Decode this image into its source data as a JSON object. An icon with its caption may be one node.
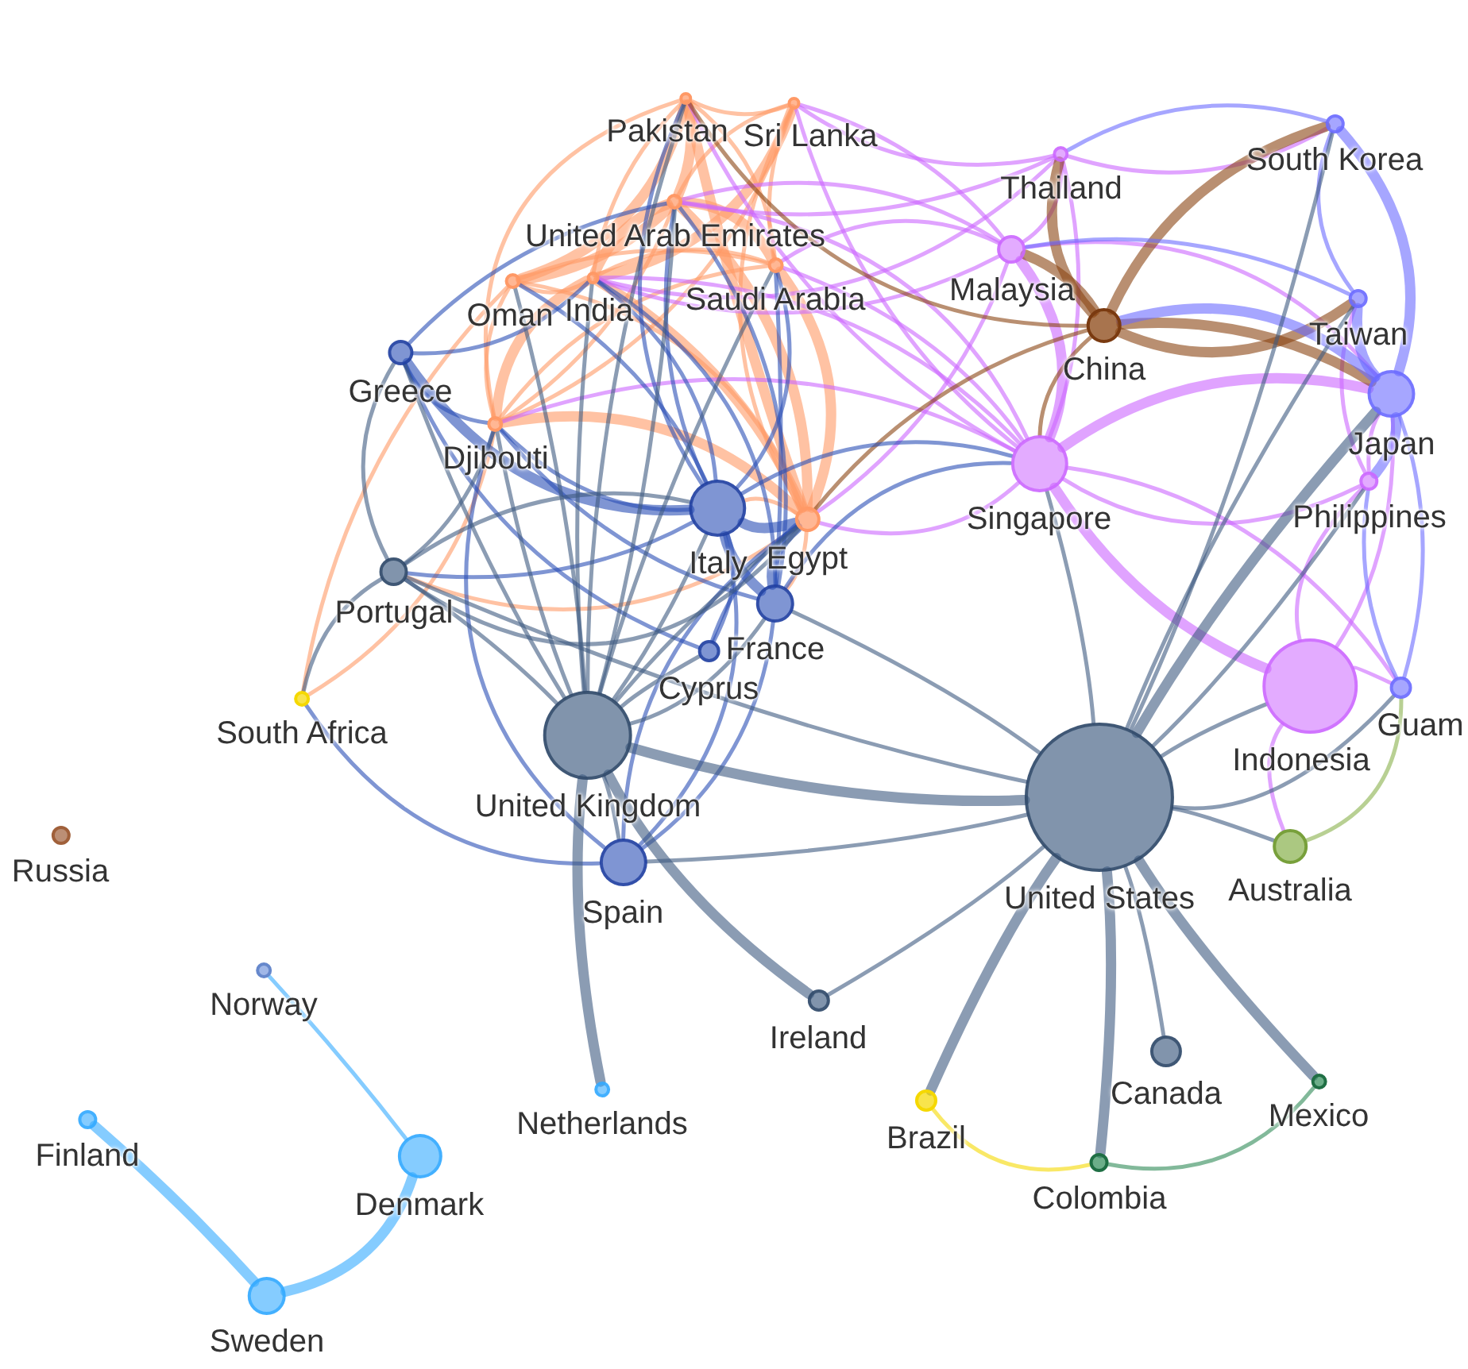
{
  "diagram": {
    "nodes": [
      {
        "text": [
          "Pakistan"
        ]
      },
      {
        "text": [
          "Sri Lanka"
        ]
      },
      {
        "text": [
          "Thailand"
        ]
      },
      {
        "text": [
          "South Korea"
        ]
      },
      {
        "text": [
          "United Arab Emirates"
        ]
      },
      {
        "text": [
          "Malaysia"
        ]
      },
      {
        "text": [
          "Oman"
        ]
      },
      {
        "text": [
          "India"
        ]
      },
      {
        "text": [
          "Saudi Arabia"
        ]
      },
      {
        "text": [
          "China"
        ]
      },
      {
        "text": [
          "Taiwan"
        ]
      },
      {
        "text": [
          "Greece"
        ]
      },
      {
        "text": [
          "Japan"
        ]
      },
      {
        "text": [
          "Djibouti"
        ]
      },
      {
        "text": [
          "Singapore"
        ]
      },
      {
        "text": [
          "Philippines"
        ]
      },
      {
        "text": [
          "Italy"
        ]
      },
      {
        "text": [
          "Egypt"
        ]
      },
      {
        "text": [
          "Portugal"
        ]
      },
      {
        "text": [
          "France"
        ]
      },
      {
        "text": [
          "Cyprus"
        ]
      },
      {
        "text": [
          "Indonesia"
        ]
      },
      {
        "text": [
          "Guam"
        ]
      },
      {
        "text": [
          "South Africa"
        ]
      },
      {
        "text": [
          "United Kingdom"
        ]
      },
      {
        "text": [
          "United States"
        ]
      },
      {
        "text": [
          "Australia"
        ]
      },
      {
        "text": [
          "Russia"
        ]
      },
      {
        "text": [
          "Spain"
        ]
      },
      {
        "text": [
          "Norway"
        ]
      },
      {
        "text": [
          "Ireland"
        ]
      },
      {
        "text": [
          "Canada"
        ]
      },
      {
        "text": [
          "Netherlands"
        ]
      },
      {
        "text": [
          "Brazil"
        ]
      },
      {
        "text": [
          "Mexico"
        ]
      },
      {
        "text": [
          "Finland"
        ]
      },
      {
        "text": [
          "Denmark"
        ]
      },
      {
        "text": [
          "Colombia"
        ]
      },
      {
        "text": [
          "Sweden"
        ]
      }
    ],
    "edges": [
      {
        "from": 0,
        "to": 4,
        "arrow": "none",
        "style": "thick",
        "color": "#ff9966"
      },
      {
        "from": 0,
        "to": 1,
        "arrow": "none",
        "color": "#ff9966"
      },
      {
        "from": 0,
        "to": 6,
        "arrow": "none",
        "style": "thick",
        "color": "#ff9966"
      },
      {
        "from": 0,
        "to": 7,
        "arrow": "none",
        "color": "#ff9966"
      },
      {
        "from": 0,
        "to": 8,
        "arrow": "none",
        "color": "#ff9966"
      },
      {
        "from": 0,
        "to": 13,
        "arrow": "none",
        "color": "#ff9966"
      },
      {
        "from": 0,
        "to": 17,
        "arrow": "none",
        "style": "thick",
        "color": "#ff9966"
      },
      {
        "from": 1,
        "to": 4,
        "arrow": "none",
        "color": "#ff9966"
      },
      {
        "from": 1,
        "to": 7,
        "arrow": "none",
        "style": "thick",
        "color": "#ff9966"
      },
      {
        "from": 1,
        "to": 8,
        "arrow": "none",
        "color": "#ff9966"
      },
      {
        "from": 1,
        "to": 13,
        "arrow": "none",
        "color": "#ff9966"
      },
      {
        "from": 1,
        "to": 17,
        "arrow": "none",
        "color": "#ff9966"
      },
      {
        "from": 4,
        "to": 6,
        "arrow": "none",
        "style": "thick",
        "color": "#ff9966"
      },
      {
        "from": 4,
        "to": 7,
        "arrow": "none",
        "style": "thick",
        "color": "#ff9966"
      },
      {
        "from": 4,
        "to": 8,
        "arrow": "none",
        "style": "thick",
        "color": "#ff9966"
      },
      {
        "from": 4,
        "to": 13,
        "arrow": "none",
        "color": "#ff9966"
      },
      {
        "from": 4,
        "to": 17,
        "arrow": "none",
        "style": "thick",
        "color": "#ff9966"
      },
      {
        "from": 6,
        "to": 7,
        "arrow": "none",
        "color": "#ff9966"
      },
      {
        "from": 6,
        "to": 8,
        "arrow": "none",
        "color": "#ff9966"
      },
      {
        "from": 6,
        "to": 13,
        "arrow": "none",
        "color": "#ff9966"
      },
      {
        "from": 6,
        "to": 17,
        "arrow": "none",
        "color": "#ff9966"
      },
      {
        "from": 6,
        "to": 23,
        "arrow": "none",
        "color": "#ff9966"
      },
      {
        "from": 7,
        "to": 8,
        "arrow": "none",
        "color": "#ff9966"
      },
      {
        "from": 7,
        "to": 13,
        "arrow": "none",
        "style": "thick",
        "color": "#ff9966"
      },
      {
        "from": 7,
        "to": 17,
        "arrow": "none",
        "style": "thick",
        "color": "#ff9966"
      },
      {
        "from": 8,
        "to": 13,
        "arrow": "none",
        "color": "#ff9966"
      },
      {
        "from": 8,
        "to": 17,
        "arrow": "none",
        "style": "thick",
        "color": "#ff9966"
      },
      {
        "from": 13,
        "to": 17,
        "arrow": "none",
        "style": "thick",
        "color": "#ff9966"
      },
      {
        "from": 13,
        "to": 23,
        "arrow": "none",
        "color": "#ff9966"
      },
      {
        "from": 17,
        "to": 18,
        "arrow": "none",
        "color": "#ff9966"
      },
      {
        "from": 17,
        "to": 19,
        "arrow": "none",
        "color": "#ff9966"
      },
      {
        "from": 17,
        "to": 16,
        "arrow": "none",
        "color": "#ff9966"
      },
      {
        "from": 2,
        "to": 5,
        "arrow": "none",
        "color": "#cc66ff"
      },
      {
        "from": 2,
        "to": 14,
        "arrow": "none",
        "color": "#cc66ff"
      },
      {
        "from": 2,
        "to": 1,
        "arrow": "none",
        "color": "#cc66ff"
      },
      {
        "from": 2,
        "to": 7,
        "arrow": "none",
        "color": "#cc66ff"
      },
      {
        "from": 2,
        "to": 4,
        "arrow": "none",
        "color": "#cc66ff"
      },
      {
        "from": 2,
        "to": 3,
        "arrow": "none",
        "color": "#cc66ff"
      },
      {
        "from": 5,
        "to": 14,
        "arrow": "none",
        "style": "thick",
        "color": "#cc66ff"
      },
      {
        "from": 5,
        "to": 1,
        "arrow": "none",
        "color": "#cc66ff"
      },
      {
        "from": 5,
        "to": 7,
        "arrow": "none",
        "color": "#cc66ff"
      },
      {
        "from": 5,
        "to": 8,
        "arrow": "none",
        "color": "#cc66ff"
      },
      {
        "from": 5,
        "to": 17,
        "arrow": "none",
        "color": "#cc66ff"
      },
      {
        "from": 5,
        "to": 4,
        "arrow": "none",
        "color": "#cc66ff"
      },
      {
        "from": 5,
        "to": 12,
        "arrow": "none",
        "color": "#cc66ff"
      },
      {
        "from": 14,
        "to": 21,
        "arrow": "none",
        "style": "thick",
        "color": "#cc66ff"
      },
      {
        "from": 14,
        "to": 12,
        "arrow": "none",
        "style": "thick",
        "color": "#cc66ff"
      },
      {
        "from": 14,
        "to": 15,
        "arrow": "none",
        "color": "#cc66ff"
      },
      {
        "from": 14,
        "to": 1,
        "arrow": "none",
        "color": "#cc66ff"
      },
      {
        "from": 14,
        "to": 7,
        "arrow": "none",
        "color": "#cc66ff"
      },
      {
        "from": 14,
        "to": 17,
        "arrow": "none",
        "color": "#cc66ff"
      },
      {
        "from": 14,
        "to": 8,
        "arrow": "none",
        "color": "#cc66ff"
      },
      {
        "from": 14,
        "to": 13,
        "arrow": "none",
        "color": "#cc66ff"
      },
      {
        "from": 14,
        "to": 4,
        "arrow": "none",
        "color": "#cc66ff"
      },
      {
        "from": 14,
        "to": 0,
        "arrow": "none",
        "color": "#cc66ff"
      },
      {
        "from": 14,
        "to": 22,
        "arrow": "none",
        "color": "#cc66ff"
      },
      {
        "from": 21,
        "to": 15,
        "arrow": "none",
        "color": "#cc66ff"
      },
      {
        "from": 21,
        "to": 12,
        "arrow": "none",
        "color": "#cc66ff"
      },
      {
        "from": 21,
        "to": 22,
        "arrow": "none",
        "color": "#cc66ff"
      },
      {
        "from": 21,
        "to": 26,
        "arrow": "none",
        "color": "#cc66ff"
      },
      {
        "from": 15,
        "to": 12,
        "arrow": "none",
        "color": "#cc66ff"
      },
      {
        "from": 15,
        "to": 10,
        "arrow": "none",
        "color": "#cc66ff"
      },
      {
        "from": 9,
        "to": 2,
        "arrow": "none",
        "style": "thick",
        "color": "#8b4513"
      },
      {
        "from": 9,
        "to": 5,
        "arrow": "none",
        "style": "thick",
        "color": "#8b4513"
      },
      {
        "from": 9,
        "to": 3,
        "arrow": "none",
        "style": "thick",
        "color": "#8b4513"
      },
      {
        "from": 9,
        "to": 10,
        "arrow": "none",
        "style": "thick",
        "color": "#8b4513"
      },
      {
        "from": 9,
        "to": 12,
        "arrow": "none",
        "style": "thick",
        "color": "#8b4513"
      },
      {
        "from": 9,
        "to": 14,
        "arrow": "none",
        "color": "#8b4513"
      },
      {
        "from": 9,
        "to": 0,
        "arrow": "none",
        "color": "#8b4513"
      },
      {
        "from": 9,
        "to": 17,
        "arrow": "none",
        "color": "#8b4513"
      },
      {
        "from": 12,
        "to": 10,
        "arrow": "none",
        "style": "thick",
        "color": "#6b6bff"
      },
      {
        "from": 12,
        "to": 3,
        "arrow": "none",
        "style": "thick",
        "color": "#6b6bff"
      },
      {
        "from": 12,
        "to": 22,
        "arrow": "none",
        "color": "#6b6bff"
      },
      {
        "from": 12,
        "to": 15,
        "arrow": "none",
        "style": "thick",
        "color": "#6b6bff"
      },
      {
        "from": 10,
        "to": 3,
        "arrow": "none",
        "color": "#6b6bff"
      },
      {
        "from": 10,
        "to": 5,
        "arrow": "none",
        "color": "#6b6bff"
      },
      {
        "from": 3,
        "to": 2,
        "arrow": "none",
        "color": "#6b6bff"
      },
      {
        "from": 12,
        "to": 9,
        "arrow": "none",
        "style": "thick",
        "color": "#6b6bff"
      },
      {
        "from": 22,
        "to": 15,
        "arrow": "none",
        "color": "#6b6bff"
      },
      {
        "from": 16,
        "to": 17,
        "arrow": "none",
        "style": "thick",
        "color": "#2a4fb5"
      },
      {
        "from": 16,
        "to": 11,
        "arrow": "none",
        "style": "thick",
        "color": "#2a4fb5"
      },
      {
        "from": 16,
        "to": 19,
        "arrow": "none",
        "style": "thick",
        "color": "#2a4fb5"
      },
      {
        "from": 16,
        "to": 20,
        "arrow": "none",
        "color": "#2a4fb5"
      },
      {
        "from": 16,
        "to": 8,
        "arrow": "none",
        "color": "#2a4fb5"
      },
      {
        "from": 16,
        "to": 4,
        "arrow": "none",
        "color": "#2a4fb5"
      },
      {
        "from": 16,
        "to": 7,
        "arrow": "none",
        "color": "#2a4fb5"
      },
      {
        "from": 16,
        "to": 0,
        "arrow": "none",
        "color": "#2a4fb5"
      },
      {
        "from": 16,
        "to": 6,
        "arrow": "none",
        "color": "#2a4fb5"
      },
      {
        "from": 16,
        "to": 13,
        "arrow": "none",
        "color": "#2a4fb5"
      },
      {
        "from": 16,
        "to": 28,
        "arrow": "none",
        "color": "#2a4fb5"
      },
      {
        "from": 16,
        "to": 18,
        "arrow": "none",
        "color": "#2a4fb5"
      },
      {
        "from": 16,
        "to": 14,
        "arrow": "none",
        "color": "#2a4fb5"
      },
      {
        "from": 19,
        "to": 17,
        "arrow": "none",
        "style": "thick",
        "color": "#2a4fb5"
      },
      {
        "from": 19,
        "to": 8,
        "arrow": "none",
        "color": "#2a4fb5"
      },
      {
        "from": 19,
        "to": 4,
        "arrow": "none",
        "color": "#2a4fb5"
      },
      {
        "from": 19,
        "to": 7,
        "arrow": "none",
        "color": "#2a4fb5"
      },
      {
        "from": 19,
        "to": 13,
        "arrow": "none",
        "color": "#2a4fb5"
      },
      {
        "from": 19,
        "to": 28,
        "arrow": "none",
        "color": "#2a4fb5"
      },
      {
        "from": 19,
        "to": 14,
        "arrow": "none",
        "color": "#2a4fb5"
      },
      {
        "from": 20,
        "to": 17,
        "arrow": "none",
        "color": "#2a4fb5"
      },
      {
        "from": 20,
        "to": 11,
        "arrow": "none",
        "color": "#2a4fb5"
      },
      {
        "from": 11,
        "to": 13,
        "arrow": "none",
        "color": "#2a4fb5"
      },
      {
        "from": 11,
        "to": 4,
        "arrow": "none",
        "color": "#2a4fb5"
      },
      {
        "from": 11,
        "to": 7,
        "arrow": "none",
        "color": "#2a4fb5"
      },
      {
        "from": 28,
        "to": 23,
        "arrow": "none",
        "color": "#2a4fb5"
      },
      {
        "from": 28,
        "to": 17,
        "arrow": "none",
        "color": "#2a4fb5"
      },
      {
        "from": 28,
        "to": 13,
        "arrow": "none",
        "color": "#2a4fb5"
      },
      {
        "from": 25,
        "to": 24,
        "arrow": "none",
        "style": "thick"
      },
      {
        "from": 25,
        "to": 12,
        "arrow": "none",
        "style": "thick"
      },
      {
        "from": 25,
        "to": 15,
        "arrow": "none"
      },
      {
        "from": 25,
        "to": 10,
        "arrow": "none"
      },
      {
        "from": 25,
        "to": 14,
        "arrow": "none"
      },
      {
        "from": 25,
        "to": 26,
        "arrow": "none"
      },
      {
        "from": 25,
        "to": 22,
        "arrow": "none"
      },
      {
        "from": 25,
        "to": 31,
        "arrow": "none"
      },
      {
        "from": 25,
        "to": 34,
        "arrow": "none",
        "style": "thick"
      },
      {
        "from": 25,
        "to": 37,
        "arrow": "none",
        "style": "thick"
      },
      {
        "from": 25,
        "to": 33,
        "arrow": "none",
        "style": "thick"
      },
      {
        "from": 25,
        "to": 30,
        "arrow": "none"
      },
      {
        "from": 25,
        "to": 19,
        "arrow": "none"
      },
      {
        "from": 25,
        "to": 28,
        "arrow": "none"
      },
      {
        "from": 25,
        "to": 18,
        "arrow": "none"
      },
      {
        "from": 25,
        "to": 21,
        "arrow": "none"
      },
      {
        "from": 25,
        "to": 3,
        "arrow": "none"
      },
      {
        "from": 24,
        "to": 30,
        "arrow": "none",
        "style": "thick"
      },
      {
        "from": 24,
        "to": 32,
        "arrow": "none",
        "style": "thick"
      },
      {
        "from": 24,
        "to": 28,
        "arrow": "none"
      },
      {
        "from": 24,
        "to": 18,
        "arrow": "none"
      },
      {
        "from": 24,
        "to": 19,
        "arrow": "none"
      },
      {
        "from": 24,
        "to": 16,
        "arrow": "none"
      },
      {
        "from": 24,
        "to": 11,
        "arrow": "none"
      },
      {
        "from": 24,
        "to": 17,
        "arrow": "none"
      },
      {
        "from": 24,
        "to": 13,
        "arrow": "none"
      },
      {
        "from": 24,
        "to": 6,
        "arrow": "none"
      },
      {
        "from": 24,
        "to": 7,
        "arrow": "none"
      },
      {
        "from": 24,
        "to": 4,
        "arrow": "none"
      },
      {
        "from": 24,
        "to": 8,
        "arrow": "none"
      },
      {
        "from": 24,
        "to": 0,
        "arrow": "none"
      },
      {
        "from": 24,
        "to": 20,
        "arrow": "none"
      },
      {
        "from": 18,
        "to": 23,
        "arrow": "none"
      },
      {
        "from": 18,
        "to": 11,
        "arrow": "none"
      },
      {
        "from": 18,
        "to": 13,
        "arrow": "none"
      },
      {
        "from": 18,
        "to": 16,
        "arrow": "none"
      },
      {
        "from": 18,
        "to": 17,
        "arrow": "none"
      },
      {
        "from": 36,
        "to": 38,
        "arrow": "none",
        "style": "thick",
        "color": "#33aaff"
      },
      {
        "from": 38,
        "to": 35,
        "arrow": "none",
        "style": "thick",
        "color": "#33aaff"
      },
      {
        "from": 36,
        "to": 29,
        "arrow": "none",
        "color": "#33aaff"
      },
      {
        "from": 33,
        "to": 37,
        "arrow": "none",
        "color": "#f5d800"
      },
      {
        "from": 37,
        "to": 34,
        "arrow": "none",
        "color": "#2e8b57"
      },
      {
        "from": 26,
        "to": 22,
        "arrow": "none",
        "color": "#88b04b"
      }
    ]
  }
}
